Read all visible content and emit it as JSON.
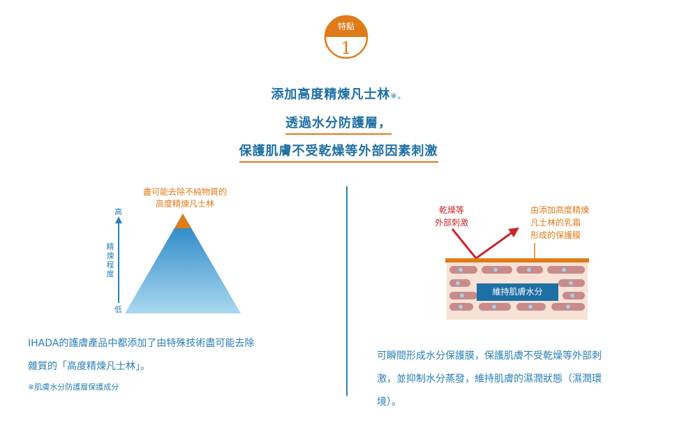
{
  "badge": {
    "label": "特點",
    "number": "1"
  },
  "heading": {
    "line1": "添加高度精煉凡士林",
    "line1_mark": "※。",
    "line2": "透過水分防護層，",
    "line3": "保護肌膚不受乾燥等外部因素刺激"
  },
  "left": {
    "pyramid_label_1": "盡可能去除不純物質的",
    "pyramid_label_2": "高度精煉凡士林",
    "axis_high": "高",
    "axis_title": [
      "精",
      "煉",
      "程",
      "度"
    ],
    "axis_low": "低",
    "paragraph_1": "IHADA的護膚產品中都添加了由特殊技術盡可能去除",
    "paragraph_2": "雜質的「高度精煉凡士林」。",
    "footnote": "※肌膚水分防護層保護成分"
  },
  "right": {
    "stimulus_1": "乾燥等",
    "stimulus_2": "外部刺激",
    "film_1": "由添加高度精煉",
    "film_2": "凡士林的乳霜",
    "film_3": "形成的保護膜",
    "skin_label": "維持肌膚水分",
    "paragraph_1": "可瞬間形成水分保護膜，保護肌膚不受乾燥等外部刺",
    "paragraph_2": "激，並抑制水分蒸發，維持肌膚的濕潤狀態（濕潤環",
    "paragraph_3": "境）。"
  },
  "colors": {
    "accent_orange": "#e07b1a",
    "brand_blue": "#1e6fa3",
    "arrow_red": "#c8252b"
  }
}
